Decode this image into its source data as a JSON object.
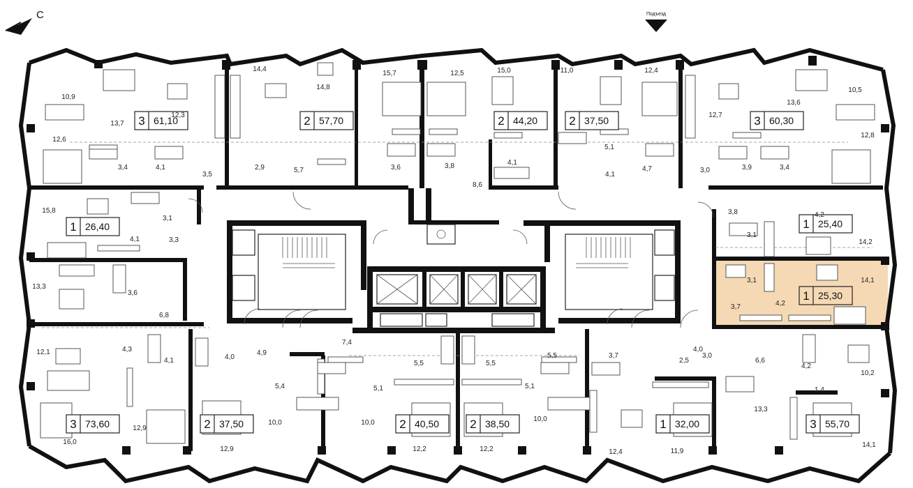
{
  "compass": {
    "north_label": "С",
    "icon": "north-arrow-icon"
  },
  "entrance": {
    "label": "Подъезд",
    "icon": "entrance-triangle-icon"
  },
  "highlight_color": "#f5d9b5",
  "apartments": [
    {
      "id": "apt-a",
      "rooms": "3",
      "area": "61,10",
      "highlighted": false
    },
    {
      "id": "apt-b",
      "rooms": "2",
      "area": "57,70",
      "highlighted": false
    },
    {
      "id": "apt-c",
      "rooms": "2",
      "area": "44,20",
      "highlighted": false
    },
    {
      "id": "apt-d",
      "rooms": "2",
      "area": "37,50",
      "highlighted": false
    },
    {
      "id": "apt-e",
      "rooms": "3",
      "area": "60,30",
      "highlighted": false
    },
    {
      "id": "apt-f",
      "rooms": "1",
      "area": "26,40",
      "highlighted": false
    },
    {
      "id": "apt-g",
      "rooms": "1",
      "area": "25,40",
      "highlighted": false
    },
    {
      "id": "apt-h",
      "rooms": "1",
      "area": "25,30",
      "highlighted": true
    },
    {
      "id": "apt-i",
      "rooms": "3",
      "area": "73,60",
      "highlighted": false
    },
    {
      "id": "apt-j",
      "rooms": "2",
      "area": "37,50",
      "highlighted": false
    },
    {
      "id": "apt-k",
      "rooms": "2",
      "area": "40,50",
      "highlighted": false
    },
    {
      "id": "apt-l",
      "rooms": "2",
      "area": "38,50",
      "highlighted": false
    },
    {
      "id": "apt-m",
      "rooms": "1",
      "area": "32,00",
      "highlighted": false
    },
    {
      "id": "apt-n",
      "rooms": "3",
      "area": "55,70",
      "highlighted": false
    }
  ],
  "room_areas": [
    "10,9",
    "13,7",
    "12,3",
    "14,4",
    "14,8",
    "15,7",
    "12,5",
    "15,0",
    "11,0",
    "12,4",
    "12,7",
    "13,6",
    "10,5",
    "12,6",
    "3,4",
    "4,1",
    "3,5",
    "2,9",
    "5,7",
    "3,6",
    "3,8",
    "8,6",
    "4,1",
    "5,1",
    "4,1",
    "4,7",
    "3,0",
    "3,9",
    "3,4",
    "12,8",
    "15,8",
    "3,1",
    "4,1",
    "3,3",
    "3,8",
    "4,2",
    "3,1",
    "14,2",
    "13,3",
    "3,6",
    "6,8",
    "3,1",
    "4,2",
    "3,7",
    "14,1",
    "12,1",
    "4,3",
    "4,1",
    "4,0",
    "4,9",
    "7,4",
    "5,5",
    "5,5",
    "5,5",
    "3,7",
    "4,0",
    "2,5",
    "3,0",
    "6,6",
    "4,2",
    "10,2",
    "5,4",
    "5,1",
    "5,1",
    "1,4",
    "12,9",
    "10,0",
    "10,0",
    "10,0",
    "13,3",
    "16,0",
    "12,9",
    "12,2",
    "12,2",
    "12,4",
    "11,9",
    "14,1"
  ]
}
